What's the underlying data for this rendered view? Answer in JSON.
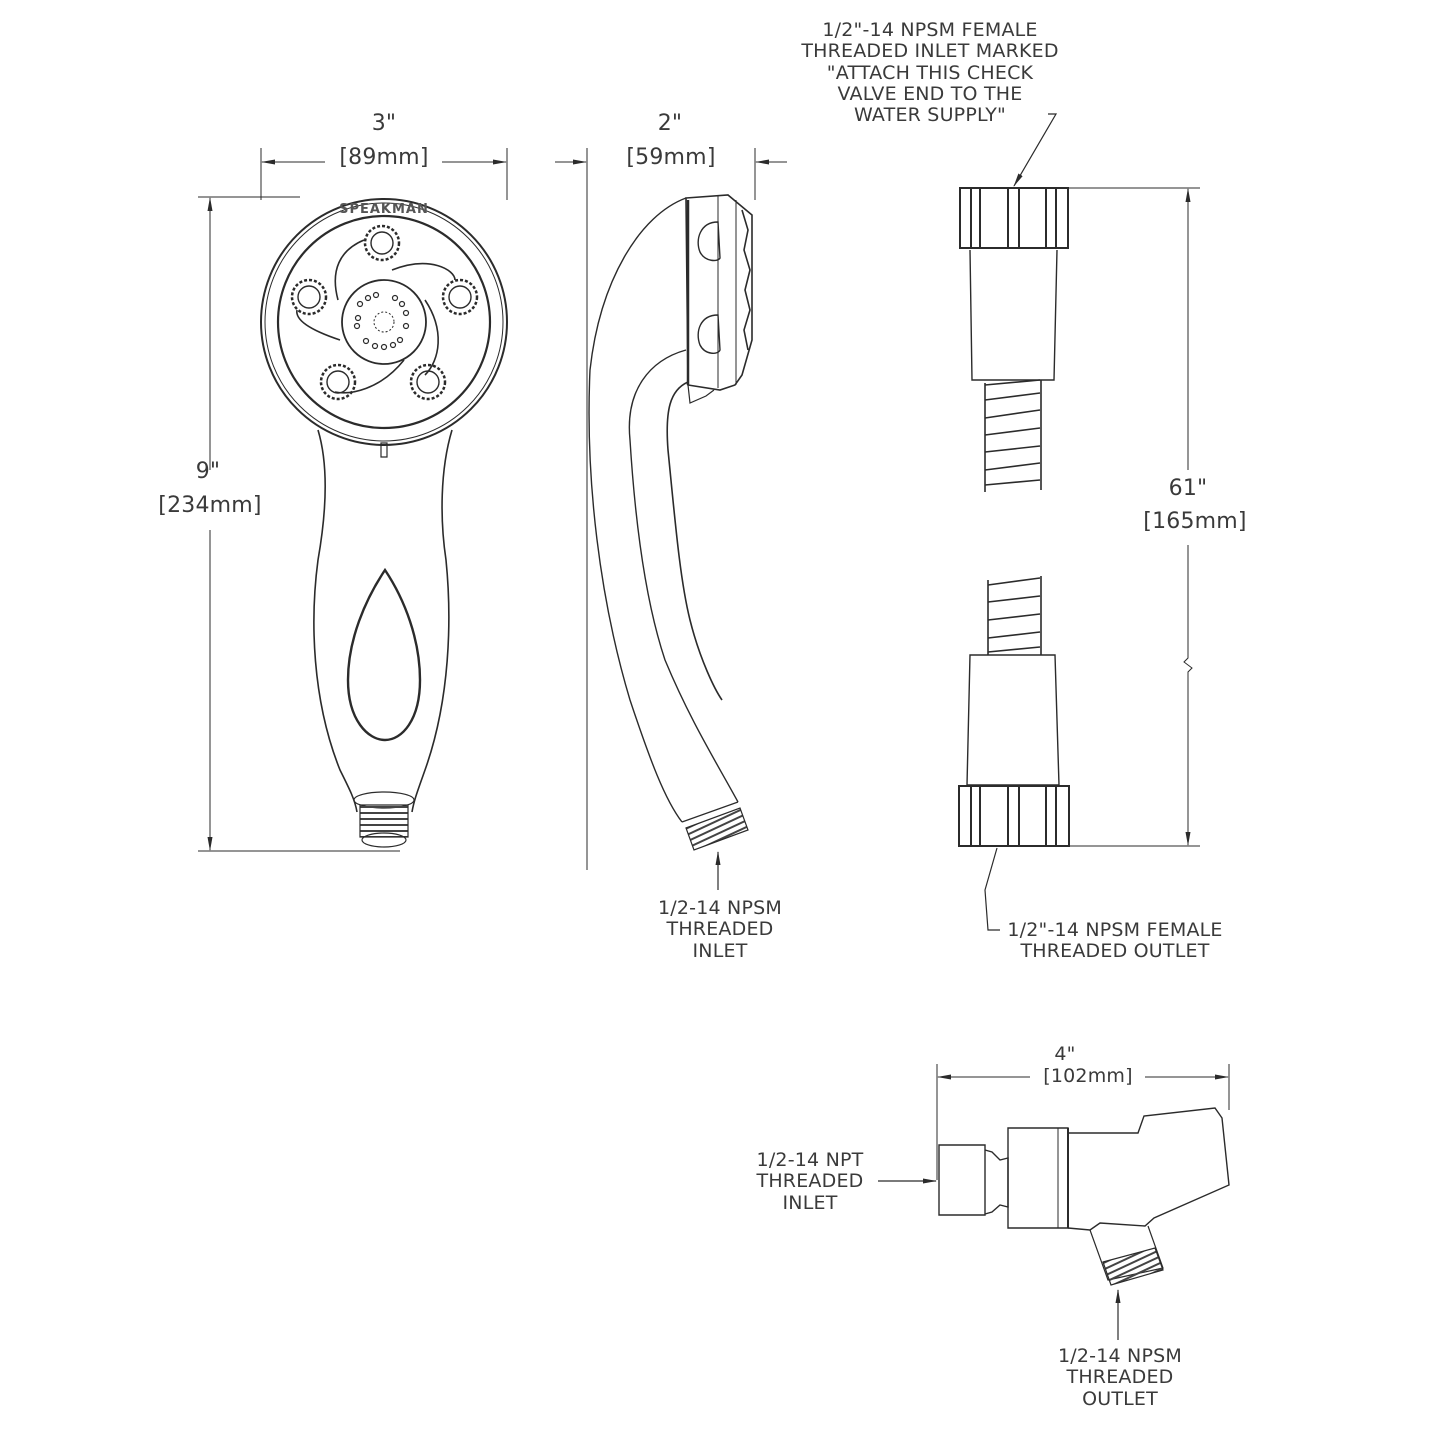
{
  "diagram": {
    "brand_mark": "SPEAKMAN",
    "colors": {
      "background": "#ffffff",
      "line": "#2b2b2b",
      "text": "#3a3a3a"
    },
    "views": [
      {
        "id": "front-view",
        "label": "Hand shower front view"
      },
      {
        "id": "side-view",
        "label": "Hand shower side view"
      },
      {
        "id": "hose-view",
        "label": "Hose with end fittings"
      },
      {
        "id": "connector-view",
        "label": "Wall supply connector"
      }
    ]
  },
  "dimensions": {
    "front_width": {
      "inches": "3\"",
      "mm": "[89mm]"
    },
    "side_depth": {
      "inches": "2\"",
      "mm": "[59mm]"
    },
    "front_height": {
      "inches": "9\"",
      "mm": "[234mm]"
    },
    "hose_length": {
      "inches": "61\"",
      "mm": "[165mm]"
    },
    "connector_length": {
      "inches": "4\"",
      "mm": "[102mm]"
    }
  },
  "callouts": {
    "hose_inlet": "1/2\"-14 NPSM FEMALE\nTHREADED INLET MARKED\n\"ATTACH THIS CHECK\nVALVE END TO THE\nWATER SUPPLY\"",
    "handshower_inlet": "1/2-14 NPSM\nTHREADED\nINLET",
    "hose_outlet": "1/2\"-14 NPSM FEMALE\nTHREADED OUTLET",
    "connector_inlet": "1/2-14 NPT\nTHREADED\nINLET",
    "connector_outlet": "1/2-14 NPSM\nTHREADED\nOUTLET"
  }
}
